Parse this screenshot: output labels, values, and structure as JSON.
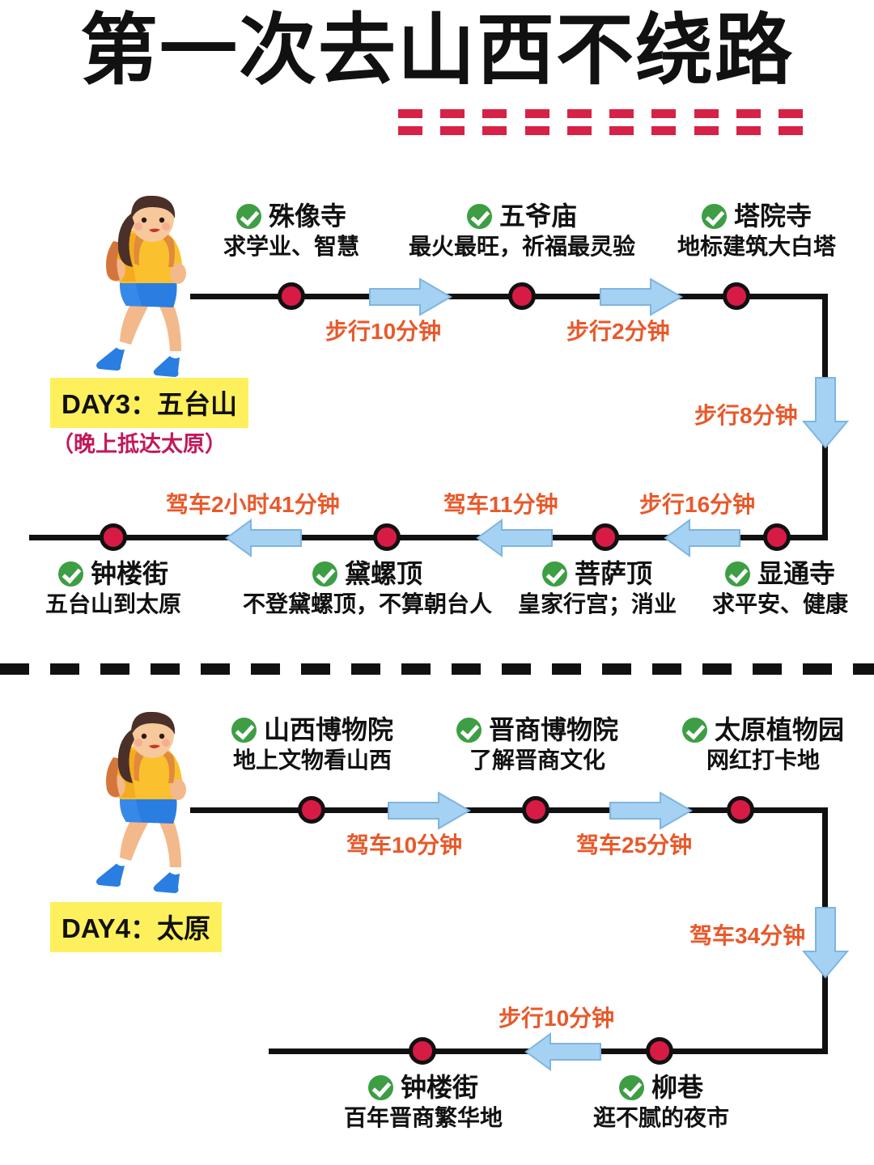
{
  "title": "第一次去山西不绕路",
  "colors": {
    "accent_red": "#d62246",
    "node_red": "#d81b45",
    "check_green": "#3d9e44",
    "arrow_blue": "#a5d2f2",
    "time_orange": "#e8592b",
    "badge_yellow": "#fdf05c",
    "sub_pink": "#c2185b",
    "line_black": "#111111"
  },
  "sections": [
    {
      "id": "day3",
      "badge": "DAY3：五台山",
      "badge_sub": "（晚上抵达太原）",
      "icon": "walking-girl-illustration",
      "rows": [
        {
          "direction": "right",
          "stops": [
            {
              "name": "殊像寺",
              "desc": "求学业、智慧"
            },
            {
              "name": "五爷庙",
              "desc": "最火最旺，祈福最灵验"
            },
            {
              "name": "塔院寺",
              "desc": "地标建筑大白塔"
            }
          ],
          "transfers": [
            "步行10分钟",
            "步行2分钟"
          ]
        },
        {
          "direction": "left",
          "stops": [
            {
              "name": "钟楼街",
              "desc": "五台山到太原"
            },
            {
              "name": "黛螺顶",
              "desc": "不登黛螺顶，不算朝台人"
            },
            {
              "name": "菩萨顶",
              "desc": "皇家行宫；消业"
            },
            {
              "name": "显通寺",
              "desc": "求平安、健康"
            }
          ],
          "transfers": [
            "驾车2小时41分钟",
            "驾车11分钟",
            "步行16分钟"
          ]
        }
      ],
      "connector": {
        "label": "步行8分钟",
        "direction": "down"
      }
    },
    {
      "id": "day4",
      "badge": "DAY4：太原",
      "badge_sub": "",
      "icon": "walking-girl-illustration",
      "rows": [
        {
          "direction": "right",
          "stops": [
            {
              "name": "山西博物院",
              "desc": "地上文物看山西"
            },
            {
              "name": "晋商博物院",
              "desc": "了解晋商文化"
            },
            {
              "name": "太原植物园",
              "desc": "网红打卡地"
            }
          ],
          "transfers": [
            "驾车10分钟",
            "驾车25分钟"
          ]
        },
        {
          "direction": "left",
          "stops": [
            {
              "name": "钟楼街",
              "desc": "百年晋商繁华地"
            },
            {
              "name": "柳巷",
              "desc": "逛不腻的夜市"
            }
          ],
          "transfers": [
            "步行10分钟"
          ]
        }
      ],
      "connector": {
        "label": "驾车34分钟",
        "direction": "down"
      }
    }
  ]
}
